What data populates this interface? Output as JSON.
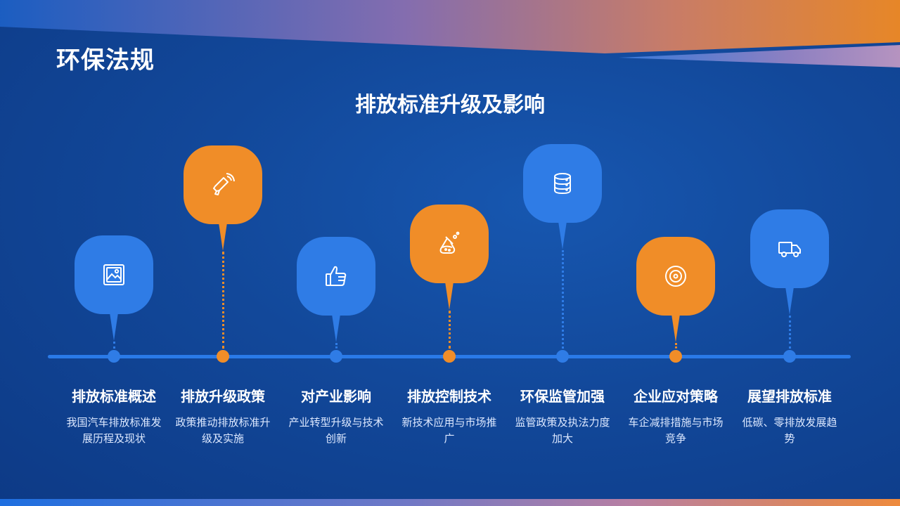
{
  "header": {
    "title": "环保法规",
    "subtitle": "排放标准升级及影响"
  },
  "colors": {
    "blue": "#2f7ce6",
    "orange": "#f08d28",
    "background": "#12489a",
    "timeline": "#2a7ae8"
  },
  "milestones": [
    {
      "label": "排放标准概述",
      "description": "我国汽车排放标准发展历程及现状",
      "icon": "image-icon",
      "color": "blue"
    },
    {
      "label": "排放升级政策",
      "description": "政策推动排放标准升级及实施",
      "icon": "megaphone-icon",
      "color": "orange"
    },
    {
      "label": "对产业影响",
      "description": "产业转型升级与技术创新",
      "icon": "thumbs-up-icon",
      "color": "blue"
    },
    {
      "label": "排放控制技术",
      "description": "新技术应用与市场推广",
      "icon": "flask-icon",
      "color": "orange"
    },
    {
      "label": "环保监管加强",
      "description": "监管政策及执法力度加大",
      "icon": "database-icon",
      "color": "blue"
    },
    {
      "label": "企业应对策略",
      "description": "车企减排措施与市场竞争",
      "icon": "disc-icon",
      "color": "orange"
    },
    {
      "label": "展望排放标准",
      "description": "低碳、零排放发展趋势",
      "icon": "truck-icon",
      "color": "blue"
    }
  ]
}
